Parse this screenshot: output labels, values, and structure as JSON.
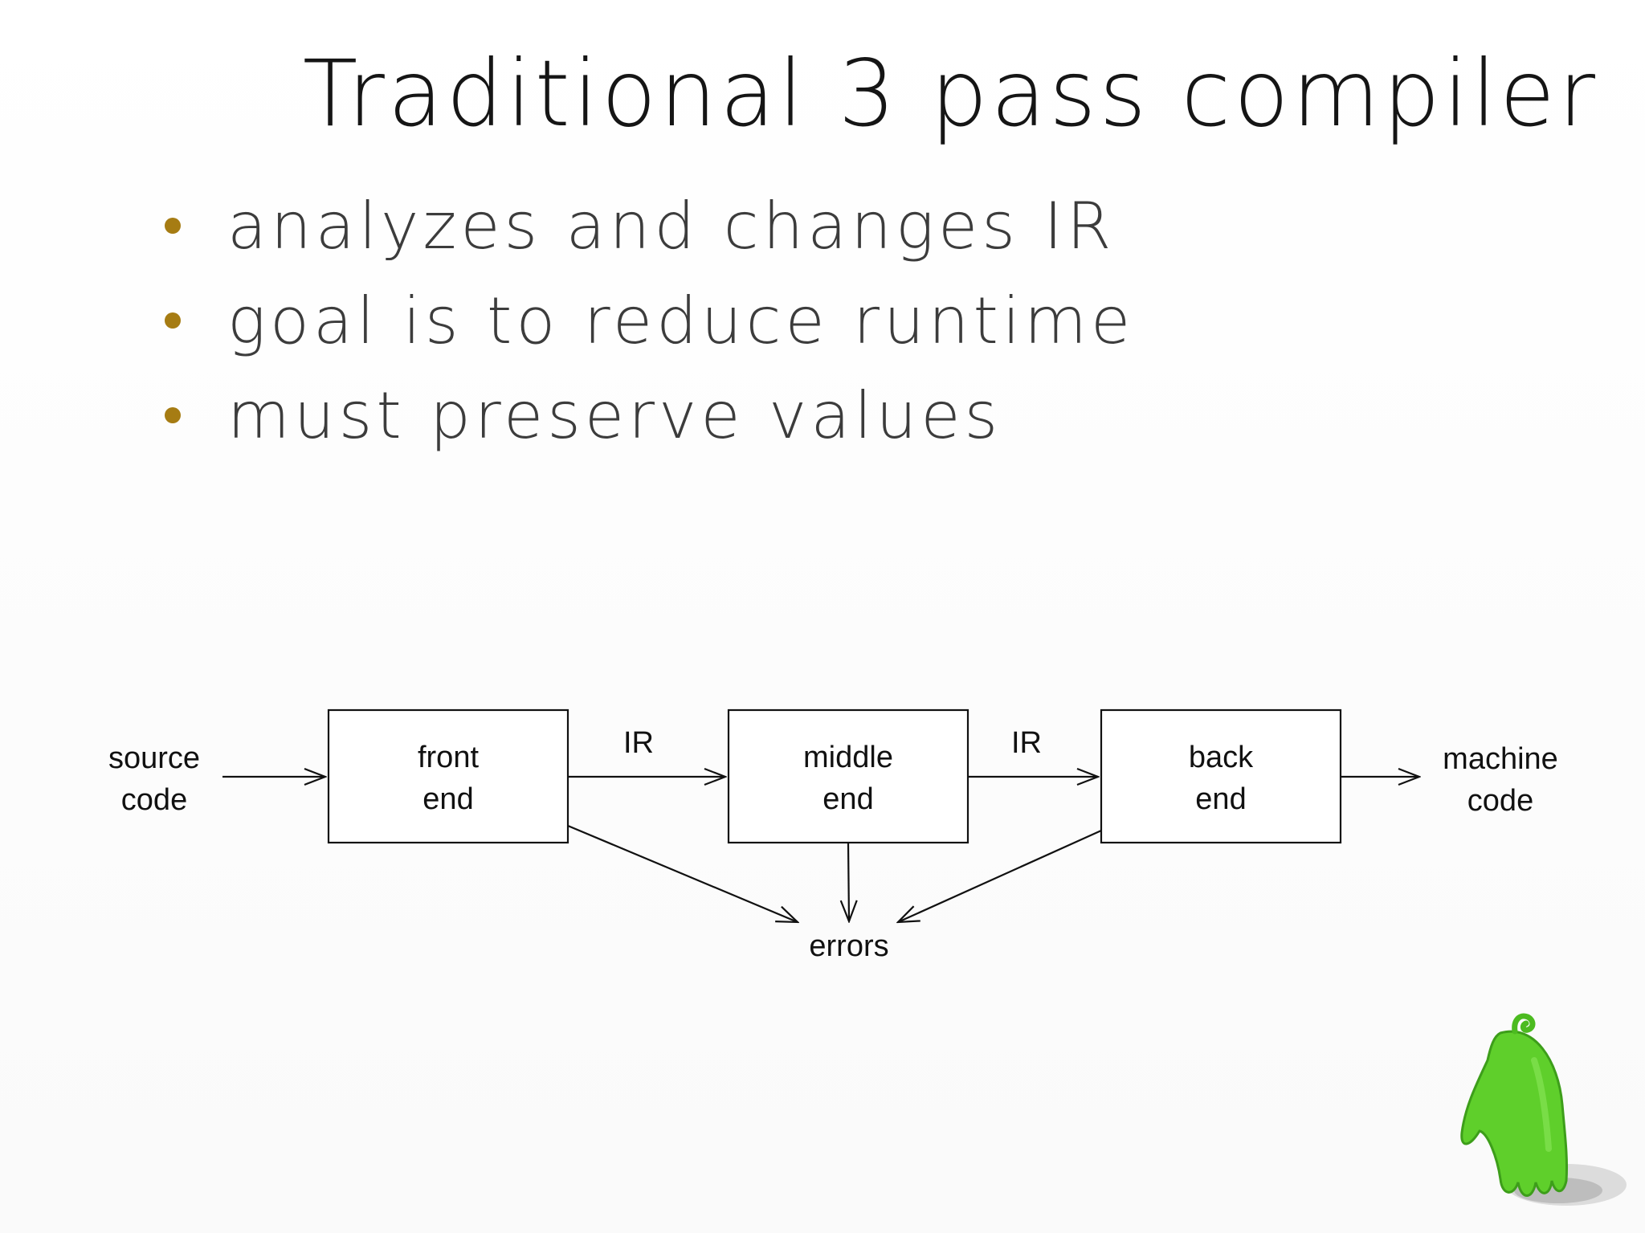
{
  "slide": {
    "title": "Traditional 3 pass compiler",
    "bullets": [
      "analyzes and changes IR",
      "goal is to reduce runtime",
      "must preserve values"
    ],
    "bullet_color": "#a67c13"
  },
  "diagram": {
    "input": [
      "source",
      "code"
    ],
    "stages": [
      {
        "line1": "front",
        "line2": "end"
      },
      {
        "line1": "middle",
        "line2": "end"
      },
      {
        "line1": "back",
        "line2": "end"
      }
    ],
    "edge_labels": [
      "IR",
      "IR"
    ],
    "output": [
      "machine",
      "code"
    ],
    "errors_label": "errors"
  },
  "mascot": {
    "icon": "green-blob-mascot-icon",
    "color": "#5fcf2b"
  }
}
